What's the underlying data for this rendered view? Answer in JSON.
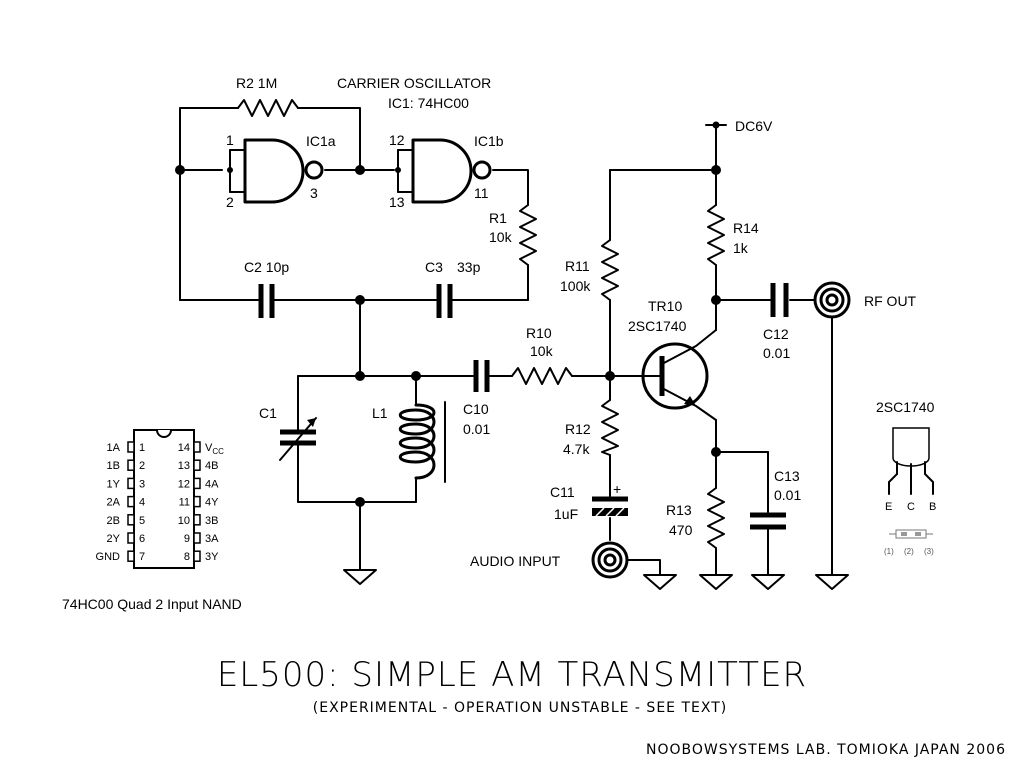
{
  "title": "EL500: SIMPLE AM TRANSMITTER",
  "subtitle": "(EXPERIMENTAL - OPERATION UNSTABLE - SEE TEXT)",
  "credit": "NOOBOWSYSTEMS LAB. TOMIOKA JAPAN 2006",
  "oscillator": {
    "heading": "CARRIER OSCILLATOR",
    "ic": "IC1: 74HC00",
    "gate_a": "IC1a",
    "gate_b": "IC1b",
    "pins_a": [
      "1",
      "2",
      "3"
    ],
    "pins_b": [
      "12",
      "13",
      "11"
    ]
  },
  "components": {
    "r2": "R2 1M",
    "r1": "R1",
    "r1_value": "10k",
    "c2": "C2 10p",
    "c3": "C3",
    "c3_value": "33p",
    "c1": "C1",
    "l1": "L1",
    "c10": "C10",
    "c10_value": "0.01",
    "r10": "R10",
    "r10_value": "10k",
    "r11": "R11",
    "r11_value": "100k",
    "r12": "R12",
    "r12_value": "4.7k",
    "c11": "C11",
    "c11_value": "1uF",
    "c11_polarity": "+",
    "tr10": "TR10",
    "tr10_value": "2SC1740",
    "r14": "R14",
    "r14_value": "1k",
    "c12": "C12",
    "c12_value": "0.01",
    "r13": "R13",
    "r13_value": "470",
    "c13": "C13",
    "c13_value": "0.01",
    "supply": "DC6V",
    "rf_out": "RF OUT",
    "audio_in": "AUDIO INPUT"
  },
  "ic_chip": {
    "caption": "74HC00 Quad 2 Input NAND",
    "left_pins": [
      {
        "name": "1A",
        "num": "1"
      },
      {
        "name": "1B",
        "num": "2"
      },
      {
        "name": "1Y",
        "num": "3"
      },
      {
        "name": "2A",
        "num": "4"
      },
      {
        "name": "2B",
        "num": "5"
      },
      {
        "name": "2Y",
        "num": "6"
      },
      {
        "name": "GND",
        "num": "7"
      }
    ],
    "right_pins": [
      {
        "num": "14",
        "name": "V",
        "sub": "CC"
      },
      {
        "num": "13",
        "name": "4B",
        "sub": ""
      },
      {
        "num": "12",
        "name": "4A",
        "sub": ""
      },
      {
        "num": "11",
        "name": "4Y",
        "sub": ""
      },
      {
        "num": "10",
        "name": "3B",
        "sub": ""
      },
      {
        "num": "9",
        "name": "3A",
        "sub": ""
      },
      {
        "num": "8",
        "name": "3Y",
        "sub": ""
      }
    ]
  },
  "transistor_pkg": {
    "name": "2SC1740",
    "leads": [
      "E",
      "C",
      "B"
    ],
    "pin_nums": [
      "(1)",
      "(2)",
      "(3)"
    ]
  }
}
